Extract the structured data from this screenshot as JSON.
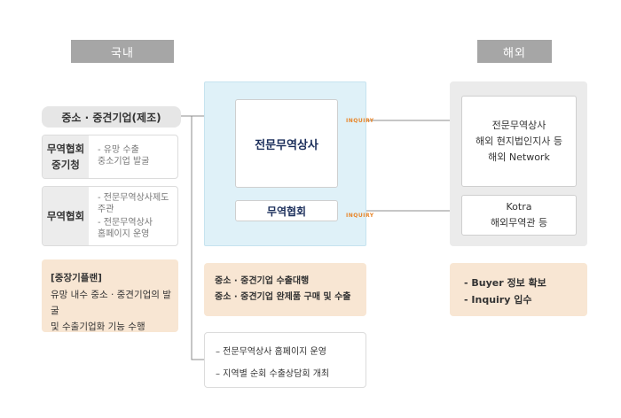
{
  "headers": {
    "domestic": "국내",
    "overseas": "해외"
  },
  "domestic": {
    "sme_label": "중소 · 중견기업(제조)",
    "kita_smba": {
      "label": "무역협회\n중기청",
      "items": [
        "- 유망 수출\n  중소기업 발굴"
      ]
    },
    "kita": {
      "label": "무역협회",
      "items": [
        "- 전문무역상사제도\n  주관",
        "- 전문무역상사\n  홈페이지 운영"
      ]
    },
    "plan": {
      "title": "[중장기플랜]",
      "body": "유망 내수 중소 · 중견기업의 발굴\n및 수출기업화 기능 수행"
    }
  },
  "center": {
    "trading_company": "전문무역상사",
    "kita_box": "무역협회",
    "inquiry_label": "INQUIRY",
    "role_box": "중소 · 중견기업 수출대행\n중소 · 중견기업 완제품 구매 및 수출",
    "activities": [
      "– 전문무역상사 홈페이지 운영",
      "– 지역별 순회 수출상담회 개최"
    ]
  },
  "overseas": {
    "network": "전문무역상사\n해외 현지법인지사 등\n해외 Network",
    "kotra": "Kotra\n해외무역관 등",
    "results": [
      "- Buyer 정보 확보",
      "- Inquiry 입수"
    ]
  },
  "colors": {
    "header_gray": "#a6a6a6",
    "peach": "#f8e6d3",
    "light_blue": "#dff1f8",
    "inquiry_orange": "#e8862a"
  }
}
